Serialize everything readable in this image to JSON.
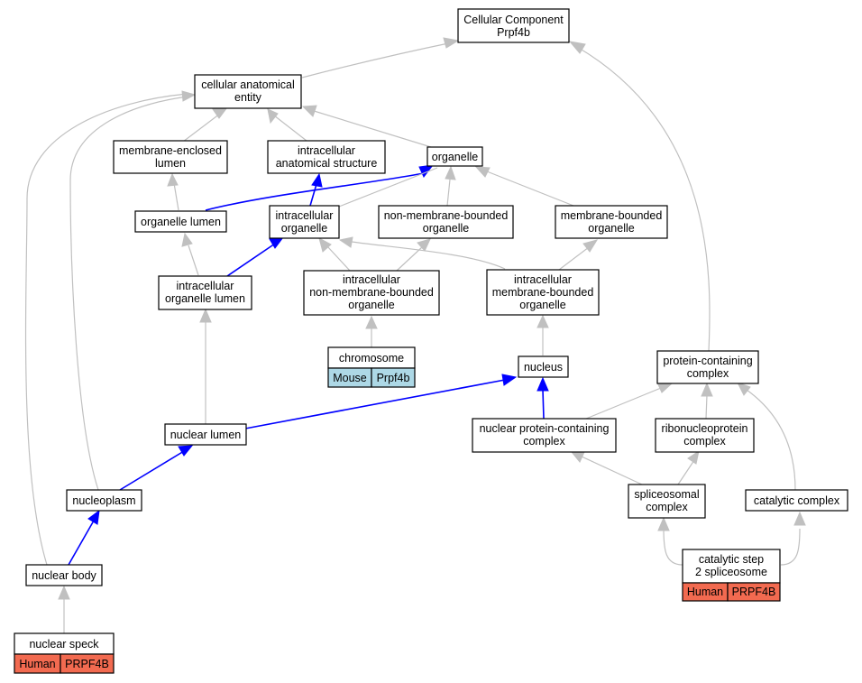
{
  "nodes": {
    "cellular_component": [
      "Cellular Component",
      "Prpf4b"
    ],
    "cellular_anatomical_entity": [
      "cellular anatomical",
      "entity"
    ],
    "membrane_enclosed_lumen": [
      "membrane-enclosed",
      "lumen"
    ],
    "intracellular_anatomical_structure": [
      "intracellular",
      "anatomical structure"
    ],
    "organelle": [
      "organelle"
    ],
    "organelle_lumen": [
      "organelle lumen"
    ],
    "intracellular_organelle": [
      "intracellular",
      "organelle"
    ],
    "non_membrane_bounded_organelle": [
      "non-membrane-bounded",
      "organelle"
    ],
    "membrane_bounded_organelle": [
      "membrane-bounded",
      "organelle"
    ],
    "intracellular_organelle_lumen": [
      "intracellular",
      "organelle lumen"
    ],
    "intracellular_non_membrane_bounded_organelle": [
      "intracellular",
      "non-membrane-bounded",
      "organelle"
    ],
    "intracellular_membrane_bounded_organelle": [
      "intracellular",
      "membrane-bounded",
      "organelle"
    ],
    "chromosome": [
      "chromosome"
    ],
    "nucleus": [
      "nucleus"
    ],
    "protein_containing_complex": [
      "protein-containing",
      "complex"
    ],
    "nuclear_lumen": [
      "nuclear lumen"
    ],
    "nuclear_protein_containing_complex": [
      "nuclear protein-containing",
      "complex"
    ],
    "ribonucleoprotein_complex": [
      "ribonucleoprotein",
      "complex"
    ],
    "nucleoplasm": [
      "nucleoplasm"
    ],
    "spliceosomal_complex": [
      "spliceosomal",
      "complex"
    ],
    "catalytic_complex": [
      "catalytic complex"
    ],
    "nuclear_body": [
      "nuclear body"
    ],
    "catalytic_step_2_spliceosome": [
      "catalytic step",
      "2 spliceosome"
    ],
    "nuclear_speck": [
      "nuclear speck"
    ]
  },
  "annotations": {
    "chromosome": [
      "Mouse",
      "Prpf4b"
    ],
    "catalytic_step_2_spliceosome": [
      "Human",
      "PRPF4B"
    ],
    "nuclear_speck": [
      "Human",
      "PRPF4B"
    ]
  },
  "colors": {
    "mouse": "#add8e6",
    "human": "#f26a50",
    "highlight_edge": "#0000ff",
    "edge": "#c0c0c0"
  }
}
